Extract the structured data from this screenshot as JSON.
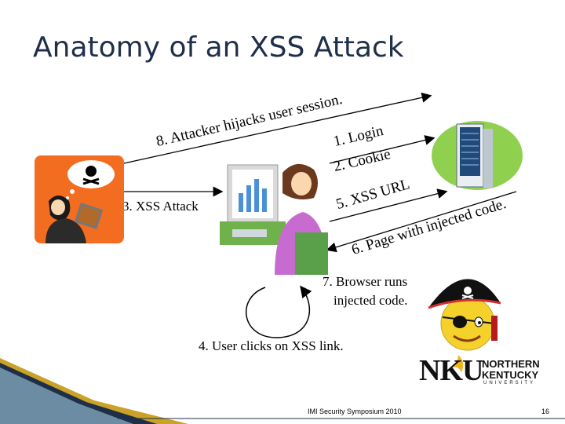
{
  "slide": {
    "title": "Anatomy of an XSS Attack",
    "footer": "IMI Security Symposium 2010",
    "page_number": "16"
  },
  "steps": {
    "s8": "8. Attacker hijacks user session.",
    "s1": "1. Login",
    "s2": "2. Cookie",
    "s5": "5. XSS URL",
    "s3": "3. XSS Attack",
    "s6": "6. Page with injected code.",
    "s7a": "7. Browser runs",
    "s7b": "injected code.",
    "s4": "4. User clicks on XSS link."
  },
  "logo": {
    "mark": "NKU",
    "line1": "NORTHERN",
    "line2": "KENTUCKY",
    "line3": "UNIVERSITY"
  },
  "colors": {
    "title": "#1f2f4a",
    "orange": "#f36d21",
    "server_green": "#8fd14f",
    "pirate_yellow": "#f5d22b"
  }
}
